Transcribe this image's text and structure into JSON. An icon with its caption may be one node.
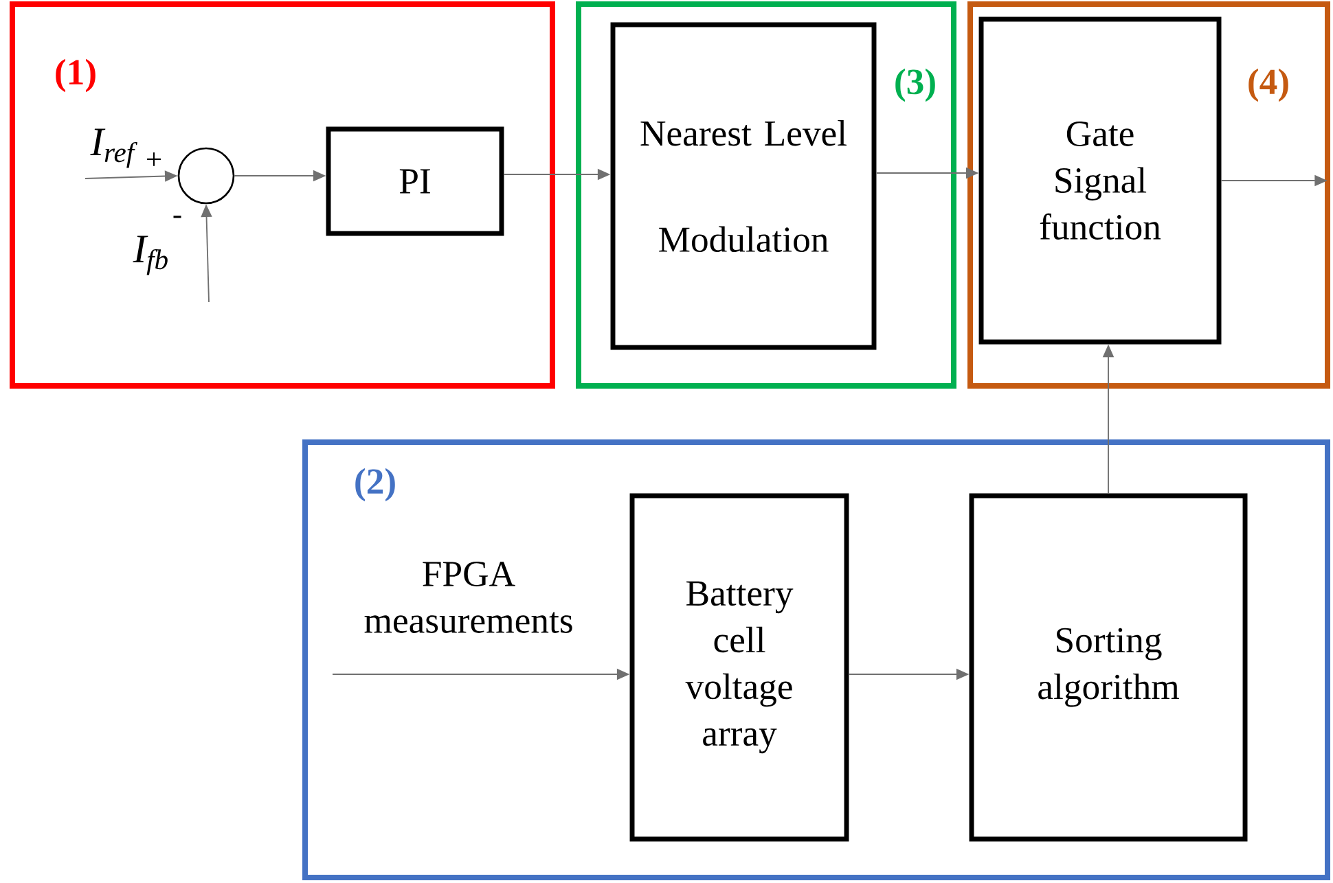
{
  "diagram": {
    "nodes": [
      {
        "text": [
          "(1)"
        ]
      },
      {
        "text": [],
        "shape": "circle",
        "in": 0
      },
      {
        "text": [
          "PI"
        ],
        "in": 0
      },
      {
        "text": [
          "(3)"
        ]
      },
      {
        "text": [
          "Nearest Level Modulation"
        ],
        "in": 3
      },
      {
        "text": [
          "(4)"
        ]
      },
      {
        "text": [
          "Gate Signal function"
        ],
        "in": 5
      },
      {
        "text": [
          "(2)"
        ]
      },
      {
        "text": [
          "FPGA measurements"
        ],
        "in": 7
      },
      {
        "text": [
          "Battery cell voltage array"
        ],
        "in": 7
      },
      {
        "text": [
          "Sorting algorithm"
        ],
        "in": 7
      }
    ],
    "edges": [
      {
        "from": null,
        "to": 1,
        "arrow": "to",
        "label": "I$_{ref}$"
      },
      {
        "from": null,
        "to": 1,
        "arrow": "to",
        "label": "I$_{fb}$"
      },
      {
        "from": 1,
        "to": 2,
        "arrow": "to"
      },
      {
        "from": 2,
        "to": 4,
        "arrow": "to"
      },
      {
        "from": 4,
        "to": 6,
        "arrow": "to"
      },
      {
        "from": 6,
        "to": null,
        "arrow": "to"
      },
      {
        "from": 8,
        "to": 9,
        "arrow": "to"
      },
      {
        "from": 9,
        "to": 10,
        "arrow": "to"
      },
      {
        "from": 10,
        "to": 6,
        "arrow": "to"
      }
    ],
    "labels": [
      "+",
      "-"
    ]
  }
}
